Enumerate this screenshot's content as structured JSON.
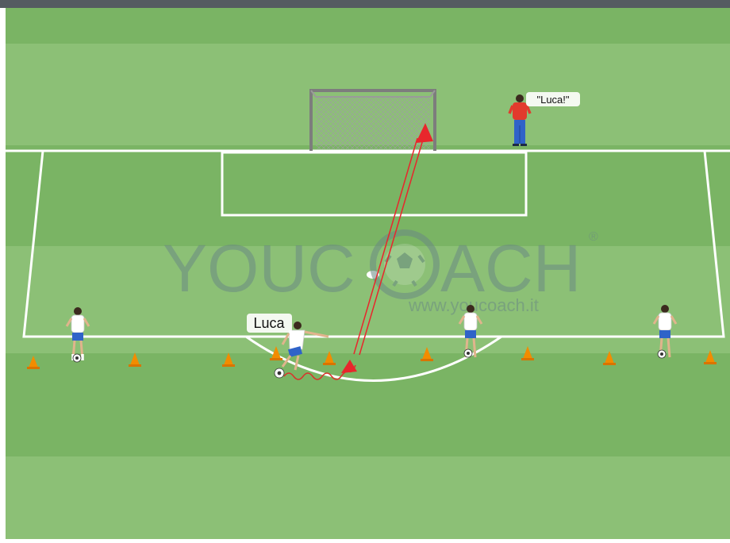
{
  "labels": {
    "player_name": "Luca",
    "coach_call": "\"Luca!\""
  },
  "watermark": {
    "brand_left": "YOUC",
    "brand_right": "ACH",
    "registered": "®",
    "url": "www.youcoach.it"
  },
  "colors": {
    "top_bar": "#555b61",
    "grass_light": "#8cc076",
    "grass_dark": "#7ab464",
    "line": "#ffffff",
    "cone": "#f28c00",
    "arrow": "#e8262c",
    "dribble": "#d9332b",
    "coach_shirt": "#e23a2d",
    "player_shirt": "#ffffff",
    "player_shorts": "#2f63c8",
    "watermark": "#6a8a84"
  }
}
